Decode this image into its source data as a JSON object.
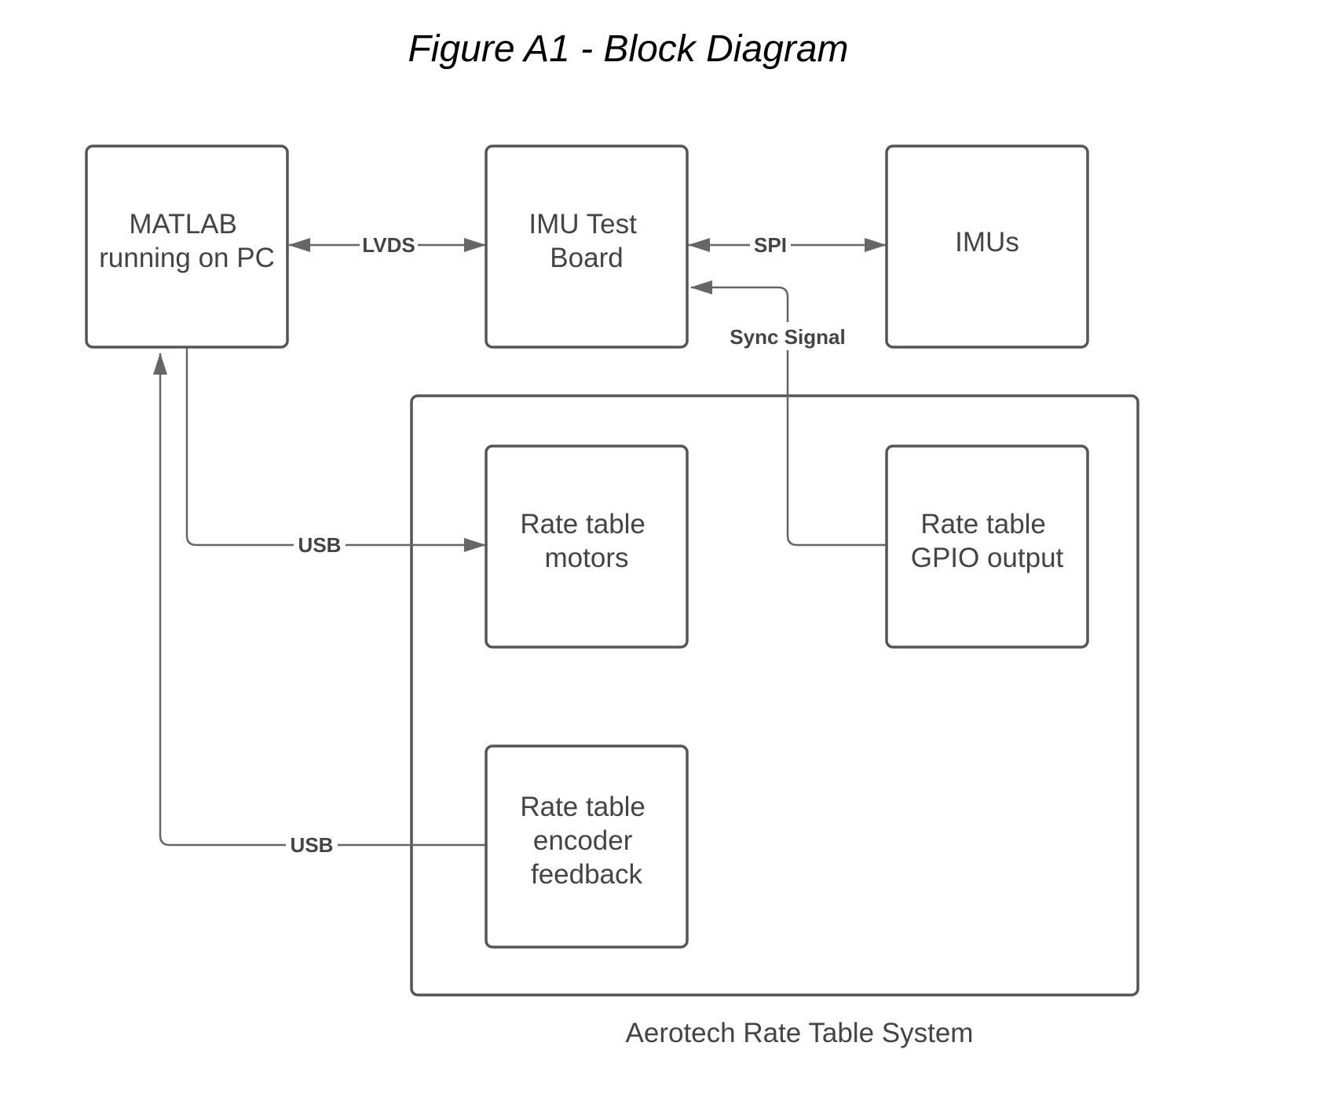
{
  "title": "Figure A1 - Block Diagram",
  "container": {
    "label": "Aerotech Rate Table System"
  },
  "blocks": {
    "matlab": {
      "lines": [
        "MATLAB",
        "running on PC"
      ]
    },
    "imu_test_board": {
      "lines": [
        "IMU Test",
        "Board"
      ]
    },
    "imus": {
      "lines": [
        "IMUs"
      ]
    },
    "rate_table_motors": {
      "lines": [
        "Rate table",
        "motors"
      ]
    },
    "rate_table_gpio": {
      "lines": [
        "Rate table",
        "GPIO output"
      ]
    },
    "rate_table_encoder": {
      "lines": [
        "Rate table",
        "encoder",
        "feedback"
      ]
    }
  },
  "connections": {
    "lvds": "LVDS",
    "spi": "SPI",
    "sync": "Sync Signal",
    "usb_motors": "USB",
    "usb_encoder": "USB"
  },
  "colors": {
    "box_stroke": "#555555",
    "edge_stroke": "#666666",
    "text": "#444444",
    "title": "#000000"
  }
}
